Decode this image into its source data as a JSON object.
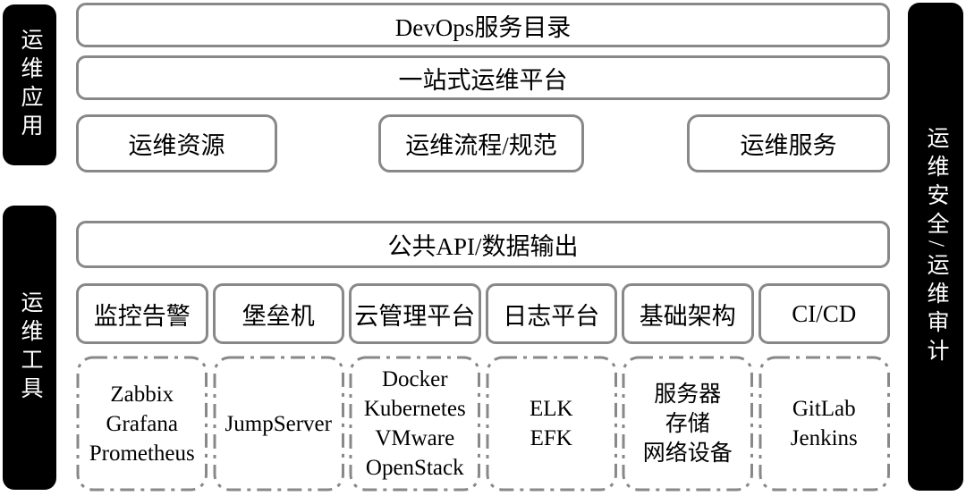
{
  "rails": {
    "apps_label": "运维应用",
    "tools_label": "运维工具",
    "security_label": "运维安全/运维审计"
  },
  "application_layer": {
    "service_catalog": "DevOps服务目录",
    "platform": "一站式运维平台",
    "modules": [
      "运维资源",
      "运维流程/规范",
      "运维服务"
    ]
  },
  "tools_layer": {
    "api_bus": "公共API/数据输出",
    "categories": [
      "监控告警",
      "堡垒机",
      "云管理平台",
      "日志平台",
      "基础架构",
      "CI/CD"
    ],
    "tool_groups": [
      [
        "Zabbix",
        "Grafana",
        "Prometheus"
      ],
      [
        "JumpServer"
      ],
      [
        "Docker",
        "Kubernetes",
        "VMware",
        "OpenStack"
      ],
      [
        "ELK",
        "EFK"
      ],
      [
        "服务器",
        "存储",
        "网络设备"
      ],
      [
        "GitLab",
        "Jenkins"
      ]
    ]
  },
  "colors": {
    "rail_background": "#000000",
    "rail_text": "#ffffff",
    "box_border": "#888888",
    "text": "#000000",
    "background": "#ffffff"
  }
}
